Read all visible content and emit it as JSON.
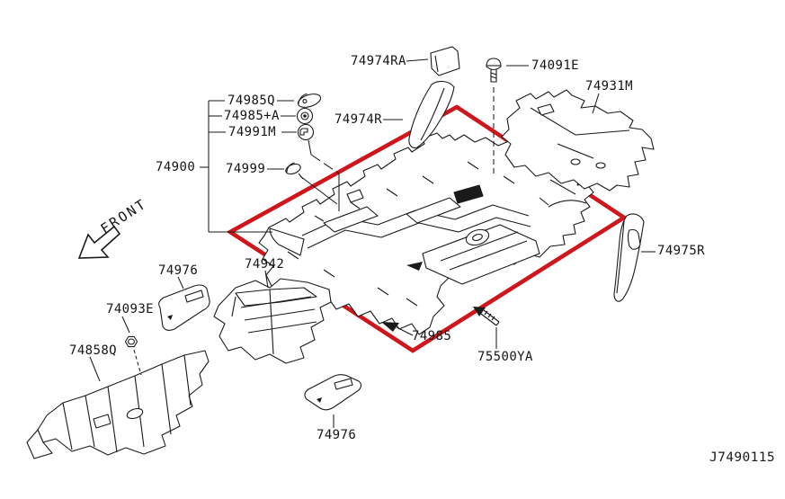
{
  "diagram": {
    "code": "J7490115",
    "front_label": "FRONT",
    "highlight_color": "#cf161c",
    "line_color": "#1a1a1a",
    "background_color": "#ffffff",
    "description_of_highlight": "red diamond outline around main floor carpet"
  },
  "labels": {
    "p74974RA": "74974RA",
    "p74091E": "74091E",
    "p74931M": "74931M",
    "p74985Q": "74985Q",
    "p74985A": "74985+A",
    "p74991M": "74991M",
    "p74974R": "74974R",
    "p74900": "74900",
    "p74999": "74999",
    "p74976": "74976",
    "p74942": "74942",
    "p74093E": "74093E",
    "p74858Q": "74858Q",
    "p74985": "74985",
    "p75500YA": "75500YA",
    "p74975R": "74975R"
  }
}
